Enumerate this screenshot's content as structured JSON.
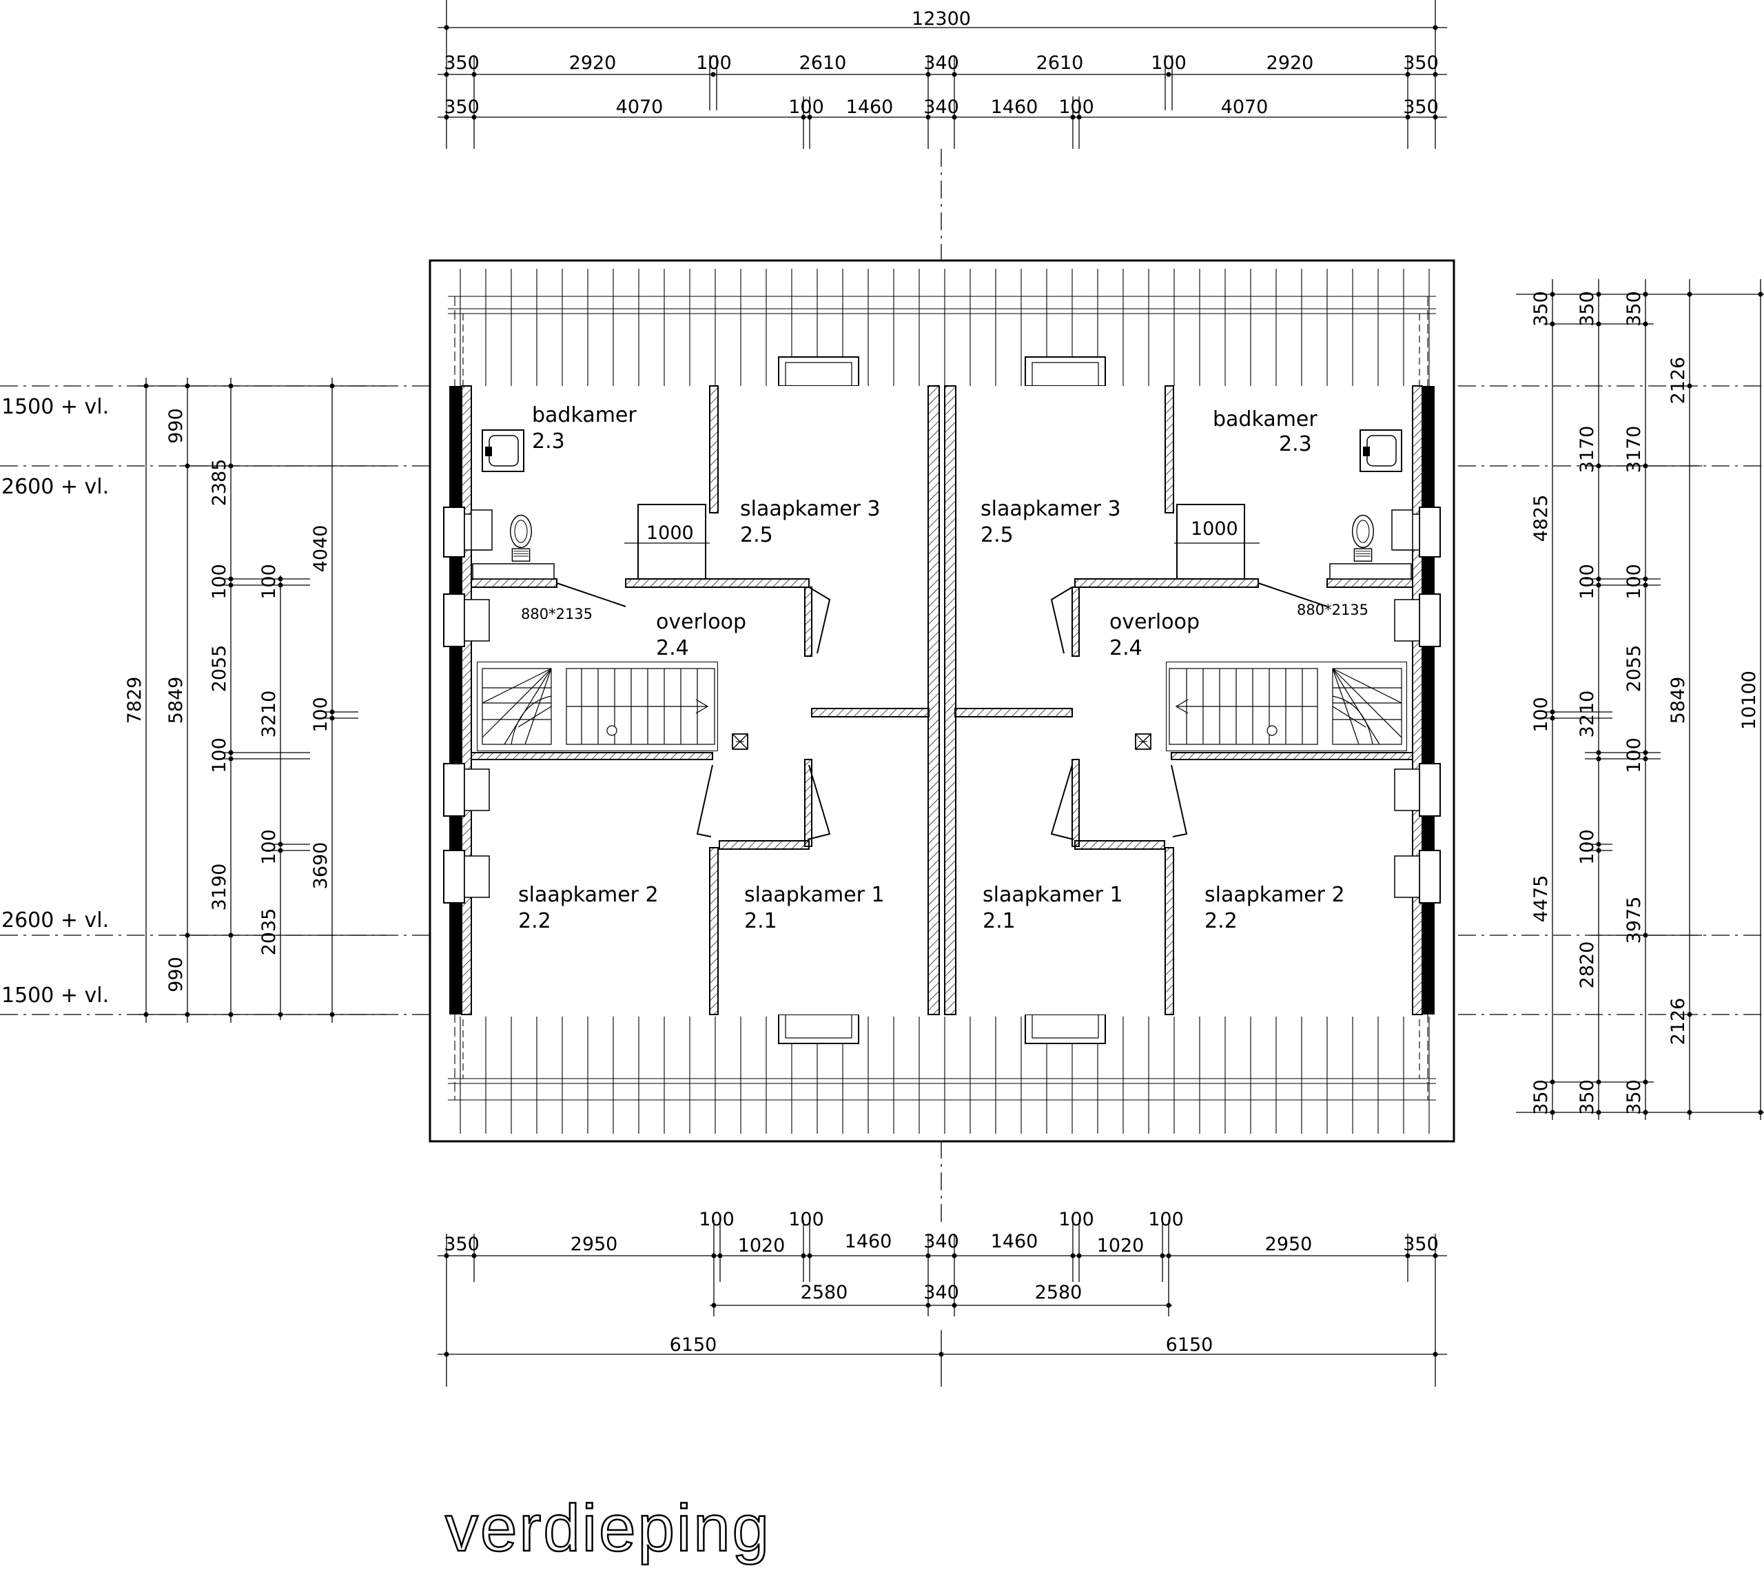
{
  "title": "verdieping",
  "dimensions": {
    "top_overall": "12300",
    "top_row1": [
      "350",
      "2920",
      "100",
      "2610",
      "340",
      "2610",
      "100",
      "2920",
      "350"
    ],
    "top_row2": [
      "350",
      "4070",
      "100",
      "1460",
      "340",
      "1460",
      "100",
      "4070",
      "350"
    ],
    "bottom_upper": [
      "100",
      "100",
      "100",
      "100"
    ],
    "bottom_row1": [
      "350",
      "2950",
      "1020",
      "1460",
      "340",
      "1460",
      "1020",
      "2950",
      "350"
    ],
    "bottom_row2": [
      "2580",
      "340",
      "2580"
    ],
    "bottom_row3": [
      "6150",
      "6150"
    ],
    "left_col1": "7829",
    "left_col2": [
      "990",
      "5849",
      "990"
    ],
    "left_col3": [
      "2385",
      "100",
      "2055",
      "100",
      "3190",
      "2035"
    ],
    "left_col4": [
      "100",
      "3210",
      "100"
    ],
    "left_col5": [
      "4040",
      "100",
      "3690"
    ],
    "right_col1": [
      "350",
      "4825",
      "100",
      "4475",
      "350"
    ],
    "right_col2": [
      "350",
      "3170",
      "100",
      "3210",
      "100",
      "2820",
      "350"
    ],
    "right_col3": [
      "350",
      "3170",
      "100",
      "2055",
      "100",
      "3975",
      "350"
    ],
    "right_col4": [
      "2126",
      "5849",
      "2126"
    ],
    "right_col5": "10100"
  },
  "levels": {
    "upper_outer": "1500 + vl.",
    "upper_inner": "2600 + vl.",
    "lower_inner": "2600 + vl.",
    "lower_outer": "1500 + vl."
  },
  "rooms": {
    "left": {
      "bathroom": {
        "name": "badkamer",
        "code": "2.3"
      },
      "bedroom3": {
        "name": "slaapkamer 3",
        "code": "2.5"
      },
      "landing": {
        "name": "overloop",
        "code": "2.4"
      },
      "bedroom2": {
        "name": "slaapkamer 2",
        "code": "2.2"
      },
      "bedroom1": {
        "name": "slaapkamer 1",
        "code": "2.1"
      }
    },
    "right": {
      "bathroom": {
        "name": "badkamer",
        "code": "2.3"
      },
      "bedroom3": {
        "name": "slaapkamer 3",
        "code": "2.5"
      },
      "landing": {
        "name": "overloop",
        "code": "2.4"
      },
      "bedroom2": {
        "name": "slaapkamer 2",
        "code": "2.2"
      },
      "bedroom1": {
        "name": "slaapkamer 1",
        "code": "2.1"
      }
    }
  },
  "annotations": {
    "closet_width": "1000",
    "door_size": "880*2135"
  }
}
